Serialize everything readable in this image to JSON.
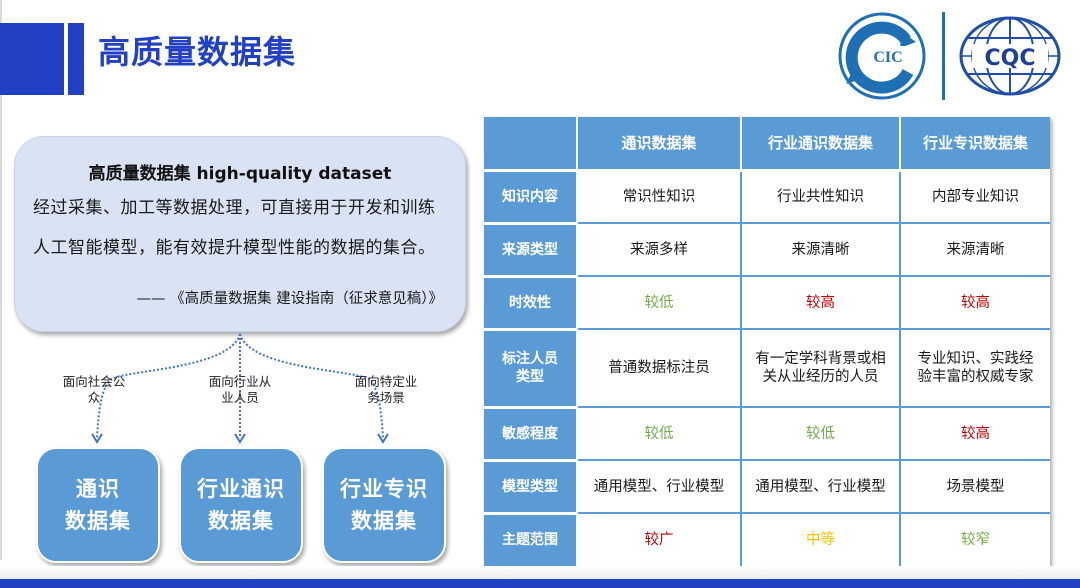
{
  "header": {
    "title": "高质量数据集",
    "logos": [
      {
        "name": "cic-logo",
        "text": "CIC"
      },
      {
        "name": "cqc-logo",
        "text": "CQC"
      }
    ]
  },
  "definition": {
    "heading": "高质量数据集 high-quality dataset",
    "lines": [
      "经过采集、加工等数据处理，可直接用于开发和训练",
      "人工智能模型，能有效提升模型性能的数据的集合。"
    ],
    "source": "—— 《高质量数据集 建设指南（征求意见稿）》"
  },
  "audiences": [
    {
      "label_lines": [
        "面向社会公",
        "众"
      ]
    },
    {
      "label_lines": [
        "面向行业从",
        "业人员"
      ]
    },
    {
      "label_lines": [
        "面向特定业",
        "务场景"
      ]
    }
  ],
  "datasets": [
    {
      "lines": [
        "通识",
        "数据集"
      ]
    },
    {
      "lines": [
        "行业通识",
        "数据集"
      ]
    },
    {
      "lines": [
        "行业专识",
        "数据集"
      ]
    }
  ],
  "table": {
    "columns": [
      "",
      "通识数据集",
      "行业通识数据集",
      "行业专识数据集"
    ],
    "rows": [
      {
        "header": "知识内容",
        "cells": [
          {
            "text": "常识性知识",
            "color": "#1a1a1a"
          },
          {
            "text": "行业共性知识",
            "color": "#1a1a1a"
          },
          {
            "text": "内部专业知识",
            "color": "#1a1a1a"
          }
        ]
      },
      {
        "header": "来源类型",
        "cells": [
          {
            "text": "来源多样",
            "color": "#1a1a1a"
          },
          {
            "text": "来源清晰",
            "color": "#1a1a1a"
          },
          {
            "text": "来源清晰",
            "color": "#1a1a1a"
          }
        ]
      },
      {
        "header": "时效性",
        "cells": [
          {
            "text": "较低",
            "color": "#70ad47"
          },
          {
            "text": "较高",
            "color": "#c00000"
          },
          {
            "text": "较高",
            "color": "#c00000"
          }
        ]
      },
      {
        "header": "标注人员类型",
        "header_lines": [
          "标注人员",
          "类型"
        ],
        "cells": [
          {
            "text": "普通数据标注员",
            "color": "#1a1a1a"
          },
          {
            "text": "有一定学科背景或相关从业经历的人员",
            "lines": [
              "有一定学科背景或相",
              "关从业经历的人员"
            ],
            "color": "#1a1a1a"
          },
          {
            "text": "专业知识、实践经验丰富的权威专家",
            "lines": [
              "专业知识、实践经",
              "验丰富的权威专家"
            ],
            "color": "#1a1a1a"
          }
        ]
      },
      {
        "header": "敏感程度",
        "cells": [
          {
            "text": "较低",
            "color": "#70ad47"
          },
          {
            "text": "较低",
            "color": "#70ad47"
          },
          {
            "text": "较高",
            "color": "#c00000"
          }
        ]
      },
      {
        "header": "模型类型",
        "cells": [
          {
            "text": "通用模型、行业模型",
            "color": "#1a1a1a"
          },
          {
            "text": "通用模型、行业模型",
            "color": "#1a1a1a"
          },
          {
            "text": "场景模型",
            "color": "#1a1a1a"
          }
        ]
      },
      {
        "header": "主题范围",
        "cells": [
          {
            "text": "较广",
            "color": "#c00000"
          },
          {
            "text": "中等",
            "color": "#ffc000"
          },
          {
            "text": "较窄",
            "color": "#70ad47"
          }
        ]
      }
    ]
  },
  "colors": {
    "brand_blue": "#2240c4",
    "table_blue": "#5b9bd5",
    "definition_bg": "#dae3f3",
    "low_green": "#70ad47",
    "high_red": "#c00000",
    "medium_amber": "#ffc000"
  }
}
